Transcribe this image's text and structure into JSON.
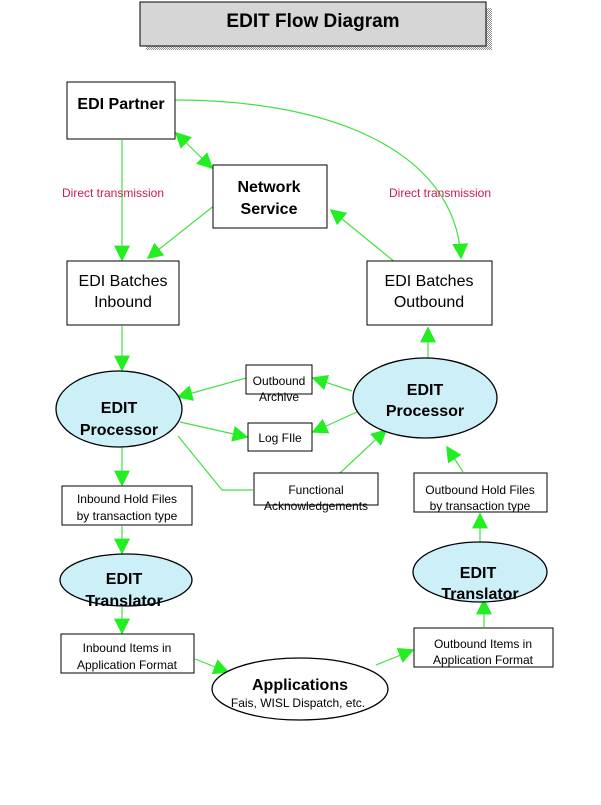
{
  "title": "EDIT Flow Diagram",
  "nodes": {
    "edi_partner": "EDI Partner",
    "network_service": [
      "Network",
      "Service"
    ],
    "batches_inbound": [
      "EDI Batches",
      "Inbound"
    ],
    "batches_outbound": [
      "EDI Batches",
      "Outbound"
    ],
    "processor_left": [
      "EDIT",
      "Processor"
    ],
    "processor_right": [
      "EDIT",
      "Processor"
    ],
    "outbound_archive": [
      "Outbound",
      "Archive"
    ],
    "log_file": "Log FIle",
    "functional_ack": [
      "Functional",
      "Acknowledgements"
    ],
    "inbound_hold": [
      "Inbound Hold Files",
      "by transaction type"
    ],
    "outbound_hold": [
      "Outbound Hold Files",
      "by transaction type"
    ],
    "translator_left": [
      "EDIT",
      "Translator"
    ],
    "translator_right": [
      "EDIT",
      "Translator"
    ],
    "inbound_items": [
      "Inbound Items in",
      "Application Format"
    ],
    "outbound_items": [
      "Outbound Items in",
      "Application Format"
    ],
    "applications": [
      "Applications",
      "Fais, WISL Dispatch, etc."
    ]
  },
  "edge_labels": {
    "direct_left": "Direct transmission",
    "direct_right": "Direct transmission"
  },
  "colors": {
    "connector": "#44e044",
    "process_fill": "#cdeff7",
    "edge_label": "#cc1a4b",
    "title_shadow": "#9a9a9a",
    "title_fill": "#d4d4d4"
  }
}
